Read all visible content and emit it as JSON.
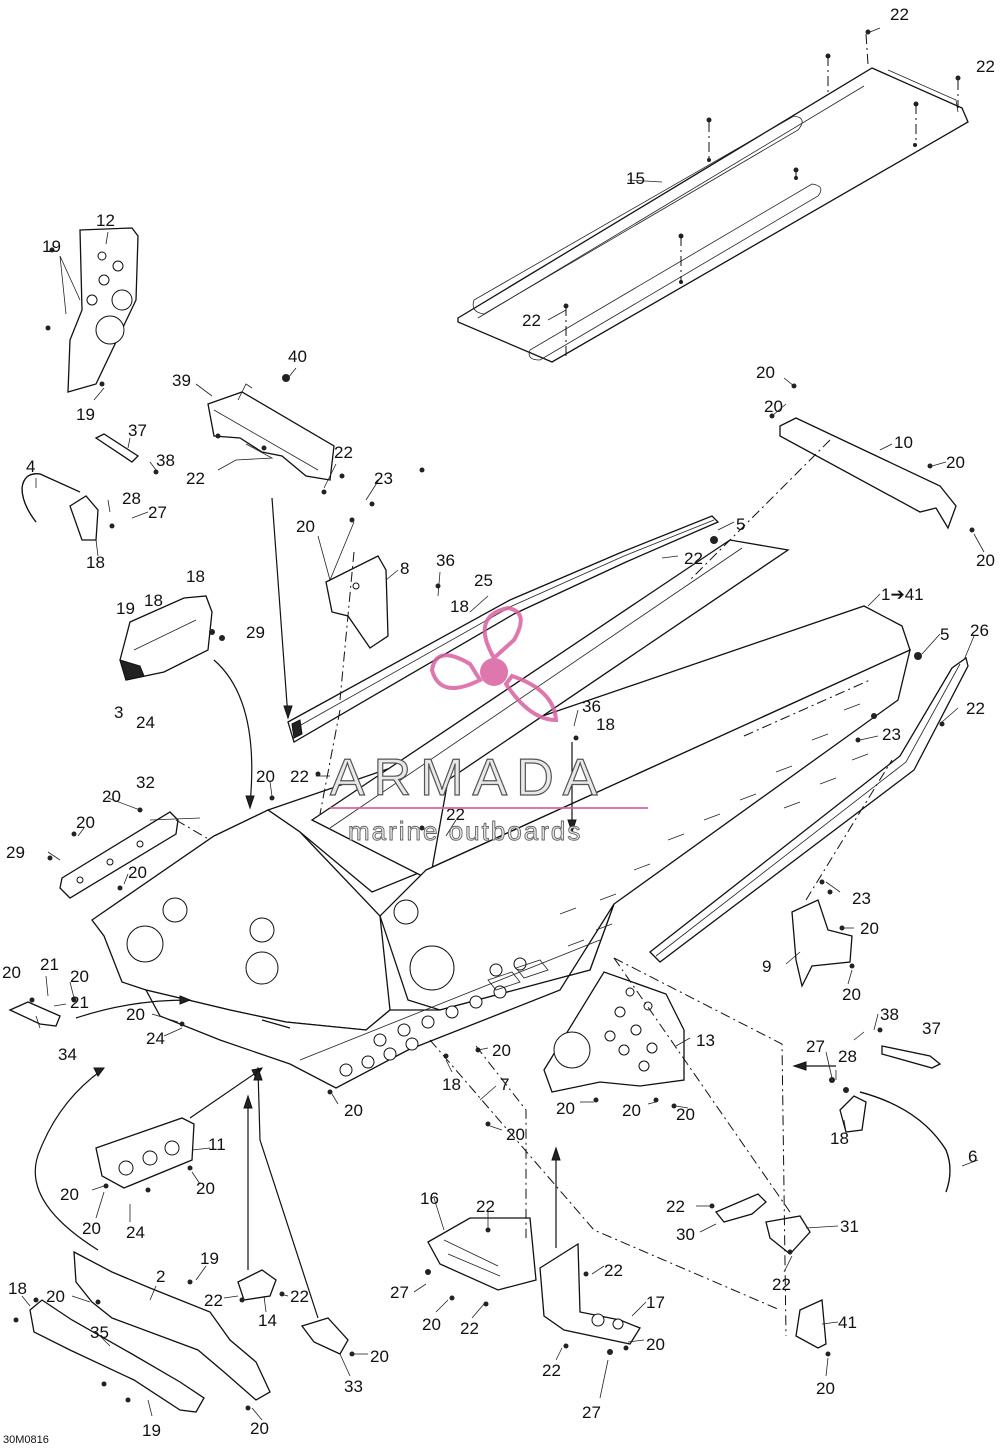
{
  "diagram": {
    "drawing_code": "30M0816",
    "watermark": {
      "name": "ARMADA",
      "subtitle": "marine outboards",
      "color": "#d9609f"
    },
    "callouts": [
      "1➔41",
      "2",
      "3",
      "4",
      "5",
      "6",
      "7",
      "8",
      "9",
      "10",
      "11",
      "12",
      "13",
      "14",
      "15",
      "16",
      "17",
      "18",
      "19",
      "20",
      "21",
      "22",
      "23",
      "24",
      "25",
      "26",
      "27",
      "28",
      "29",
      "30",
      "31",
      "32",
      "33",
      "34",
      "35",
      "36",
      "37",
      "38",
      "39",
      "40",
      "41"
    ]
  }
}
